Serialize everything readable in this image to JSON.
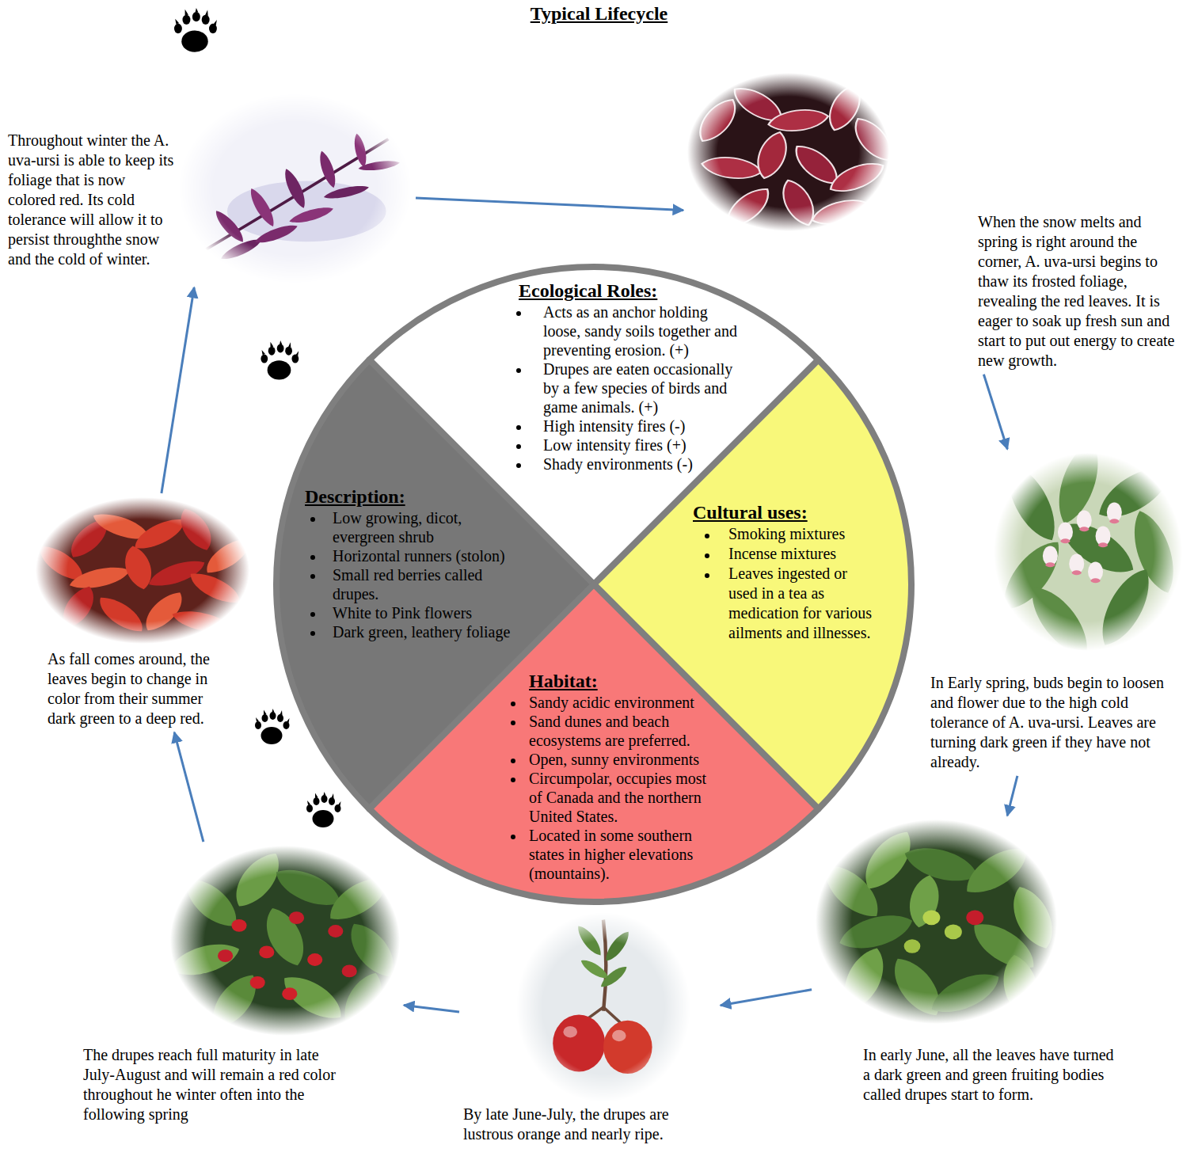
{
  "diagram": {
    "title": "Typical Lifecycle",
    "nodes": [
      {
        "text": [
          "Throughout winter the A. uva-ursi is able to keep its foliage that is now colored red. Its cold tolerance will allow it to persist throughthe snow and the cold of winter."
        ]
      },
      {
        "text": [
          "When the snow melts and spring is right around the corner, A. uva-ursi begins to thaw its frosted foliage, revealing the red leaves. It is eager to soak up fresh sun and start to put out energy to create new growth."
        ]
      },
      {
        "text": [
          "In Early spring, buds begin to loosen and flower due to the high cold tolerance of A. uva-ursi. Leaves are turning dark green if they have not already."
        ]
      },
      {
        "text": [
          "In early June, all the leaves have turned a dark green and green fruiting bodies called drupes start to form."
        ]
      },
      {
        "text": [
          "By late June-July, the drupes are lustrous orange and nearly ripe."
        ]
      },
      {
        "text": [
          "The drupes reach full maturity in late July-August and will remain a red color throughout he winter often into the following spring"
        ]
      },
      {
        "text": [
          "As fall comes around, the leaves begin to change in color from their summer dark green to a deep red."
        ]
      },
      {
        "text": [
          "Ecological Roles:",
          "Acts as an anchor holding loose, sandy soils together and preventing erosion. (+)",
          "Drupes are eaten occasionally by a few species of birds and game animals. (+)",
          "High intensity fires (-)",
          "Low intensity fires (+)",
          "Shady environments (-)"
        ]
      },
      {
        "text": [
          "Description:",
          "Low growing, dicot, evergreen shrub",
          "Horizontal runners (stolon)",
          "Small red berries called drupes.",
          "White to Pink flowers",
          "Dark green, leathery foliage"
        ]
      },
      {
        "text": [
          "Cultural uses:",
          "Smoking mixtures",
          "Incense mixtures",
          "Leaves ingested or used in a tea as medication for various ailments and illnesses."
        ]
      },
      {
        "text": [
          "Habitat:",
          "Sandy acidic environment",
          "Sand dunes and beach ecosystems are preferred.",
          "Open, sunny environments",
          "Circumpolar, occupies most of Canada and the northern United States.",
          "Located in some southern states in higher elevations (mountains)."
        ]
      }
    ],
    "edges": [
      {
        "from": 0,
        "to": 1,
        "arrow": "to"
      },
      {
        "from": 1,
        "to": 2,
        "arrow": "to"
      },
      {
        "from": 2,
        "to": 3,
        "arrow": "to"
      },
      {
        "from": 3,
        "to": 4,
        "arrow": "to"
      },
      {
        "from": 4,
        "to": 5,
        "arrow": "to"
      },
      {
        "from": 5,
        "to": 6,
        "arrow": "to"
      },
      {
        "from": 6,
        "to": 0,
        "arrow": "to"
      }
    ]
  }
}
